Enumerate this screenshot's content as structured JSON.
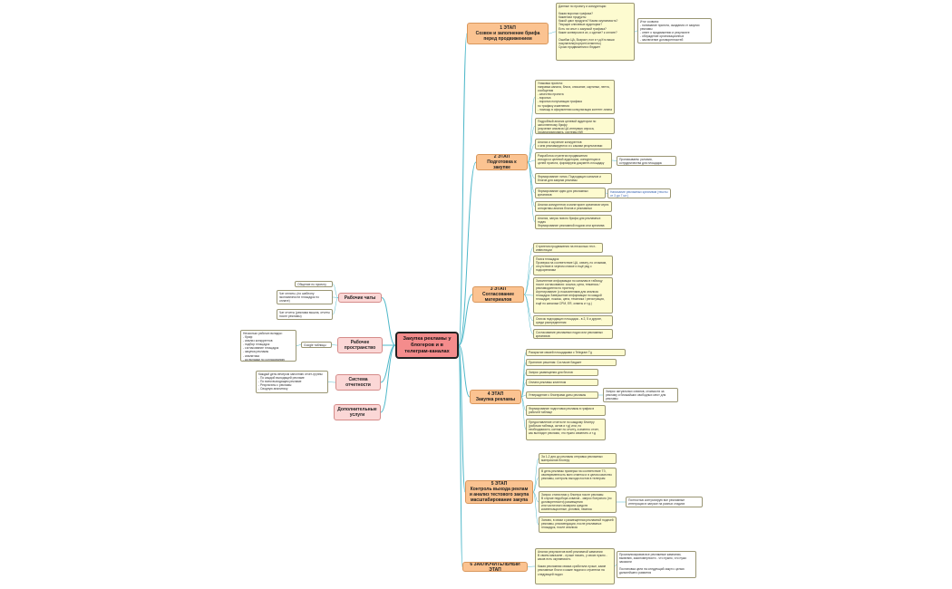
{
  "root": {
    "title": "Закупка рекламы у блогеров и в телеграм-каналах"
  },
  "colors": {
    "edge": "#4fb8c9",
    "stage_fill": "#fbc391",
    "left_fill": "#fbd7d6",
    "note_fill": "#fdfbd0",
    "root_fill": "#f48c8c"
  },
  "stages": [
    {
      "label": "1 ЭТАП\nСозвон и заполнение брифа перед продвижением",
      "notes": [
        "Данные по проекту и конкуренции\n\nКакая воронка трафика?\nКакие/сии продукты\nКакой цикл продукта? Какая окупаемость?\nТекущие ключевые аудитории?\nЕсть ли опыт с закупкой трафика?\nКакие конверсии в кп, к сделке? к оплате?\n\nОшибки ЦА, Возраст, пол и т.д.Кто ваши покупатели(портрет/сегменты)\nСроки продвижения и бюджет"
      ],
      "side": "Итог созвона:\n- понимание проекта, ожидания от закупки рекламы\n- ответ о продвижении и результате\n- обсуждение организационных\n- заключение договоренностей"
    },
    {
      "label": "2 ЭТАП\nПодготовка к закупке",
      "notes": [
        "Упаковка проекта:\nнаправка канала, блога, описание, картинки, лента, сообщения\n- качество проекта\n- воронка\n- воронка получающая трафика\nпо трафику изменения\n- помощь в оформлении консультация контент-плана",
        "Подробный анализ целевой аудитории по заполненному брифу\n(изучение анализа ЦА интервью опроса, проанализировать, системы ИИ)",
        "Анализ и изучение конкурентов\nс кем рекламируются и с какими результатами",
        "Разработка стратегии продвижения\nисходя из целевой аудитории, конкуренции и целей проекта, формируем документ-площадку",
        "Формирование литки, Подходящих каналов и блогов для закупки рекламы",
        "Формирование идеи для рекламных креативов",
        "Анализ конкурентов и мониторинг креативов через алгоритмы анализ блогов и рекламных",
        "Анализ, запуск нового брифа для рекламных подач\nФормирование рекламной подачи или креатива"
      ],
      "side": "Прописываем: условия, сотрудничества для площадок",
      "side2": "Написание рекламных креативов (тексты от 3 до 7 шт.)"
    },
    {
      "label": "3 ЭТАП\nСогласование материалов",
      "notes": [
        "Стратегия продвижения на несколько тест-инвестиции",
        "Поиск площадок\nПроверка на соответствие ЦА, охвату, по отзывам, отсутствие в черном списке и ещё ряд с подозрениями",
        "Заполнение информации по каналам в таблицу после согласования: ссылка, цена, тематика / рекламодатели по прогнозу\nАгрегирование (с показателями для анализа площадок Завершение информации по каждой площадке, показы, цена, тематика / регистрация, ещё по каналам CPM, ER, охваты и т.д.)",
        "Список подходящих площадок - в 2, 5 и другие, среди распределения",
        "Согласование рекламных подач или рекламных креативов"
      ]
    },
    {
      "label": "4 ЭТАП\nЗакупка рекламы",
      "notes": [
        "Раскрытие связей площадками с Telegram Tg",
        "Принятие решения: Согласие Бюджет",
        "Запрос размещения для блогов",
        "Оплата рекламы клиентом",
        "Утверждение с блогерами даты рекламы",
        "Формирование подготовки рекламы в график в рабочей таблице",
        "Предоставление отчета не по каждому блогеру (рабочая таблица, актов и т.д) или, по необходимости, контакт по отчету, а именно отчет, как выглядит реклама, что нужно изменить и т.д"
      ],
      "side": "Запрос актуальных охватов, стоимости за рекламу и ближайших свободных мест для рекламы"
    },
    {
      "label": "5 ЭТАП\nКонтроль выхода реклам и анализ тестового закупа масштабирование закупа",
      "notes": [
        "За 1-2 дня до рекламы отправка рекламных материалов блогеру",
        "В день рекламы проверка на соответствие ТЗ, своевременность всех отметок и в целом качество рекламы, контроль выхода постов в телеграм",
        "Запрос статистики у блогера после рекламы\nВ случае недобора охватов - запрос бонусного (по договоренности) размещения\nили частичного возврата средств компенсационные, условия, нюансы",
        "Заново, в связи с размещенная рекламной подачей рекламы, рекомендации, после рекламных площадок, после анализа"
      ],
      "side": "Полностью контролирую все рекламные интеграции в запуске на разных стадиях"
    },
    {
      "label": "6 ЗАКЛЮЧИТЕЛЬНЫЙ ЭТАП",
      "notes": [
        "Анализ результатов всей рекламной кампании\nВ своем магазине - лучше писать, у своих нужно - каков есть окупаемость\n\nКакая рекламная связка сработала лучше, какие рекламные блоги и какие подачи и стратегии на следующей подач"
      ],
      "side": "Проанализировав все рекламные кампании, выявляю, закономерности - что нужно, что нужо заказали\n\nПостановка цели на следующий закуп с целью дальнейшего развития"
    }
  ],
  "left_stages": [
    {
      "label": "Рабочие чаты",
      "notes": [
        "Общение по проекту",
        "Чат оплаты, (по шаблону экономичности площадок по оплате)",
        "Чат отчеты (реклама вышла, отчеты после рекламы)"
      ]
    },
    {
      "label": "Рабочее пространство",
      "tag": "Google таблицы",
      "notes": [
        "Несколько рабочих вкладок:\n- бриф\n- анализ конкурентов\n- подбор площадок\n- согласование площадок\n- закупка рекламы\n- аналитика\n- до вкладки по согласованию"
      ]
    },
    {
      "label": "Система отчетности",
      "notes": [
        "Каждый день вечером заполняю отчет-группы\n- По каждой выходящей рекламе\n- По всем выходящим рекламе\n- Результаты с рекламы\n- Сводную аналитику"
      ]
    },
    {
      "label": "Дополнительные услуги",
      "notes": []
    }
  ]
}
